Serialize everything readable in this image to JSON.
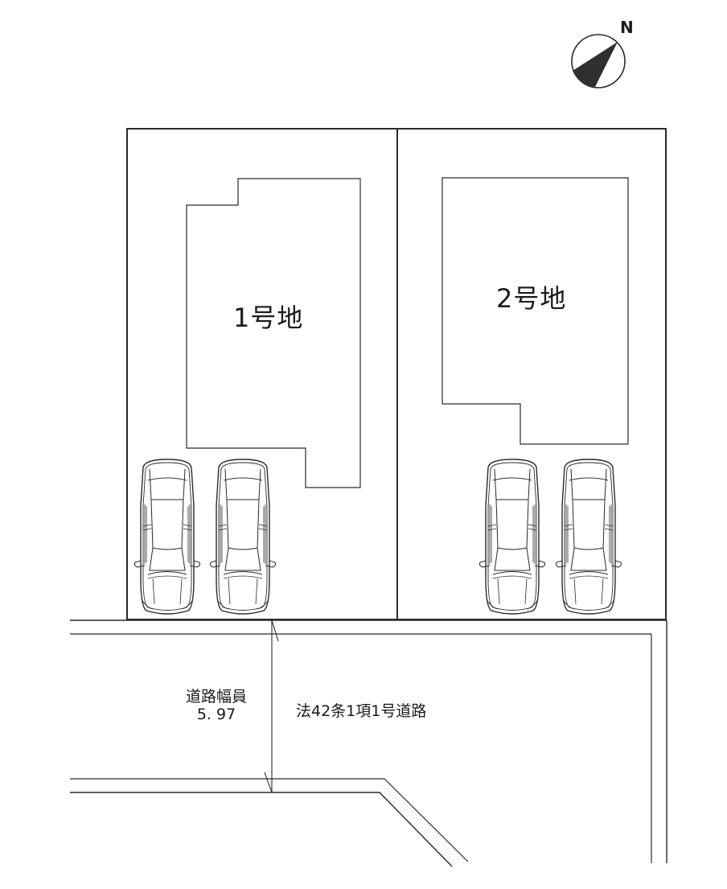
{
  "compass": {
    "north_label": "N",
    "icon": "north-arrow-icon"
  },
  "lots": [
    {
      "label": "1号地",
      "parking_spaces": 2
    },
    {
      "label": "2号地",
      "parking_spaces": 2
    }
  ],
  "road": {
    "type_label": "法42条1項1号道路",
    "width_title": "道路幅員",
    "width_value": "5. 97"
  },
  "colors": {
    "line": "#2a2a2a",
    "compass_fill": "#2f2f2f",
    "background": "#ffffff"
  }
}
